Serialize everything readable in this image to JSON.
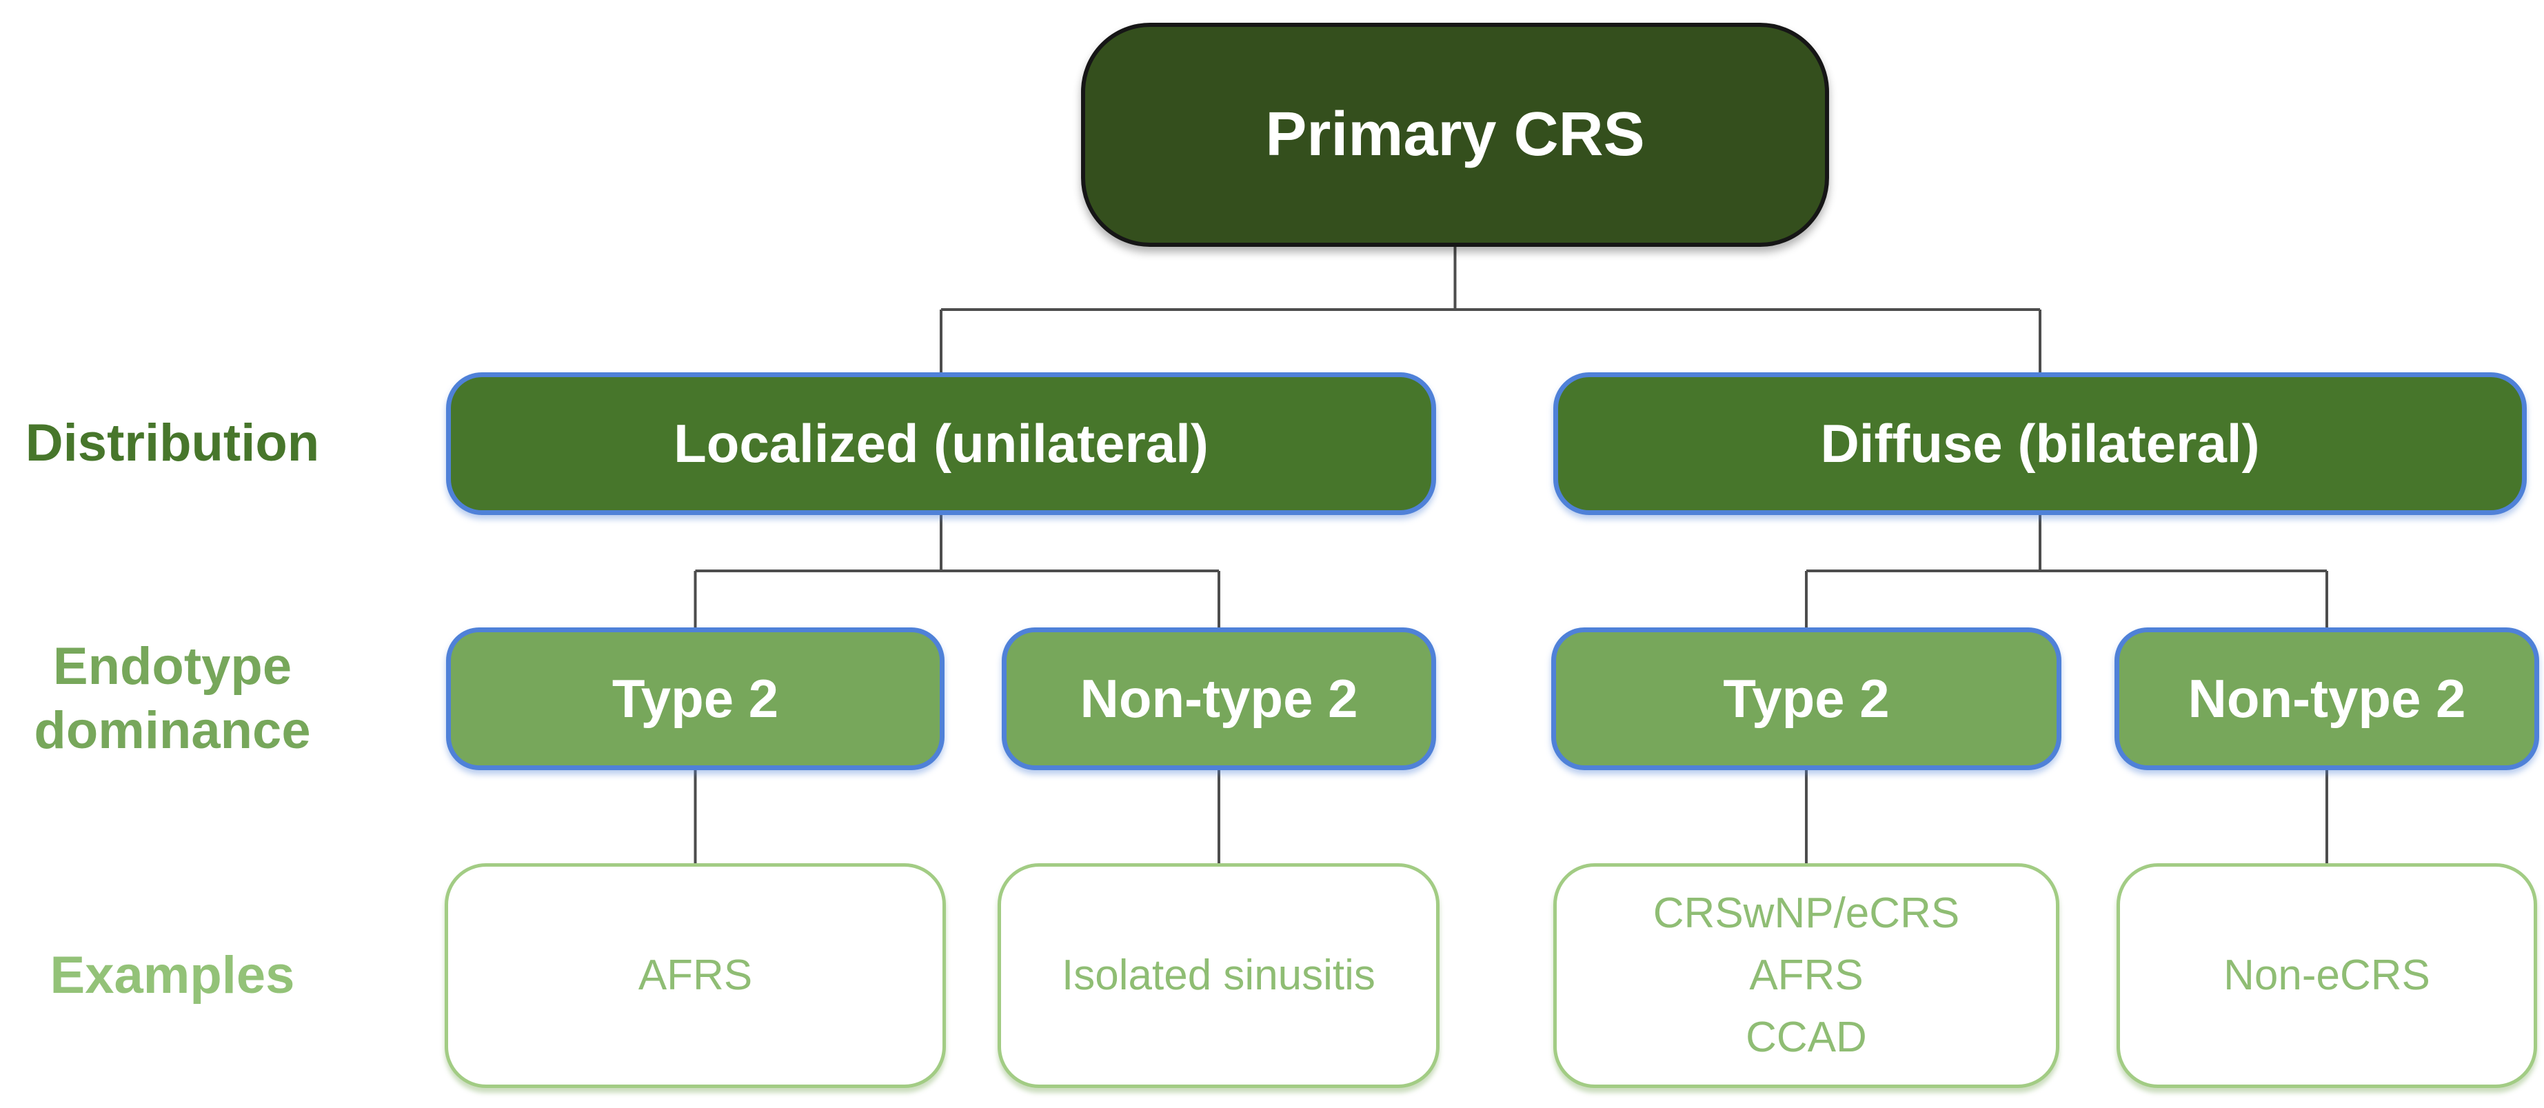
{
  "diagram": {
    "title_node": {
      "label": "Primary CRS"
    },
    "row_labels": {
      "distribution": "Distribution",
      "endotype": "Endotype\ndominance",
      "examples": "Examples"
    },
    "distribution_nodes": [
      {
        "label": "Localized (unilateral)"
      },
      {
        "label": "Diffuse (bilateral)"
      }
    ],
    "endotype_nodes": [
      {
        "label": "Type 2"
      },
      {
        "label": "Non-type 2"
      },
      {
        "label": "Type 2"
      },
      {
        "label": "Non-type 2"
      }
    ],
    "example_nodes": [
      {
        "label": "AFRS"
      },
      {
        "label": "Isolated sinusitis"
      },
      {
        "label": "CRSwNP/eCRS\nAFRS\nCCAD"
      },
      {
        "label": "Non-eCRS"
      }
    ],
    "colors": {
      "level1_fill": "#344f1d",
      "level1_border": "#161616",
      "level2_fill": "#47762b",
      "level3_fill": "#77a75b",
      "blue_border": "#4f81d8",
      "example_border": "#a2cc84",
      "example_text": "#8fbd74",
      "label_distribution": "#47762b",
      "label_endotype": "#77a75b",
      "label_examples": "#93c278",
      "connector": "#4d4d4d",
      "node_text": "#ffffff"
    }
  }
}
